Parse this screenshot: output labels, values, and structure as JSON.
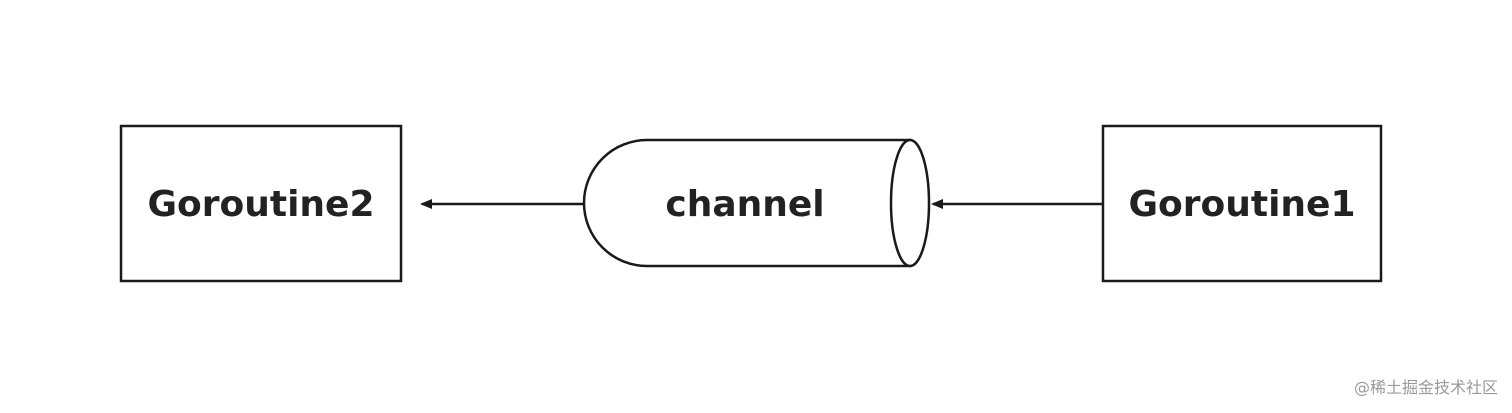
{
  "diagram": {
    "nodes": {
      "goroutine2": {
        "label": "Goroutine2"
      },
      "channel": {
        "label": "channel"
      },
      "goroutine1": {
        "label": "Goroutine1"
      }
    },
    "edges": [
      {
        "from": "goroutine1",
        "to": "channel"
      },
      {
        "from": "channel",
        "to": "goroutine2"
      }
    ]
  },
  "watermark": "@稀土掘金技术社区",
  "colors": {
    "stroke": "#1a1a1a",
    "text": "#222222",
    "watermark": "#9a9a9a",
    "background": "#ffffff"
  }
}
